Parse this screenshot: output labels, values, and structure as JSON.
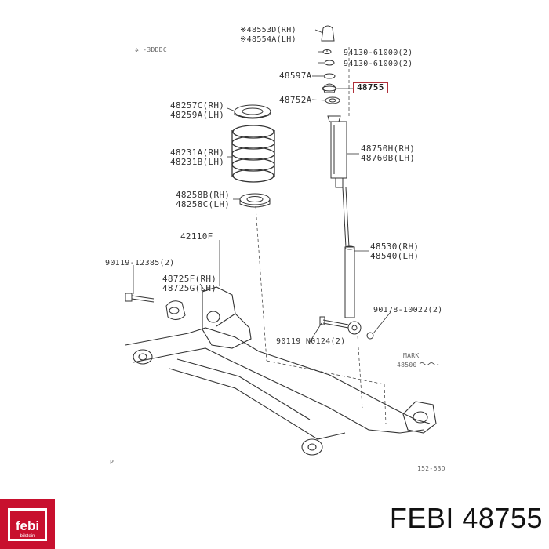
{
  "labels": {
    "l01": "※48553D(RH)",
    "l02": "※48554A(LH)",
    "l03": "✲ -3DDDC",
    "l04": "94130-61000(2)",
    "l05": "94130-61000(2)",
    "l06": "48597A",
    "l07": "48755",
    "l08": "48752A",
    "l09": "48257C(RH)",
    "l10": "48259A(LH)",
    "l11": "48231A(RH)",
    "l12": "48231B(LH)",
    "l13": "48258B(RH)",
    "l14": "48258C(LH)",
    "l15": "42110F",
    "l16": "90119-12385(2)",
    "l17": "48725F(RH)",
    "l18": "48725G(LH)",
    "l19": "48750H(RH)",
    "l20": "48760B(LH)",
    "l21": "48530(RH)",
    "l22": "48540(LH)",
    "l23": "90178-10022(2)",
    "l24": "90119 N0124(2)",
    "l25": "MARK",
    "l26": "48500",
    "l27": "P",
    "l28": "152-63D"
  },
  "brand": {
    "name": "febi",
    "sub": "bilstein"
  },
  "caption": "FEBI 48755",
  "colors": {
    "brand_red": "#c8102e",
    "highlight": "#b0303a",
    "line": "#333333"
  }
}
